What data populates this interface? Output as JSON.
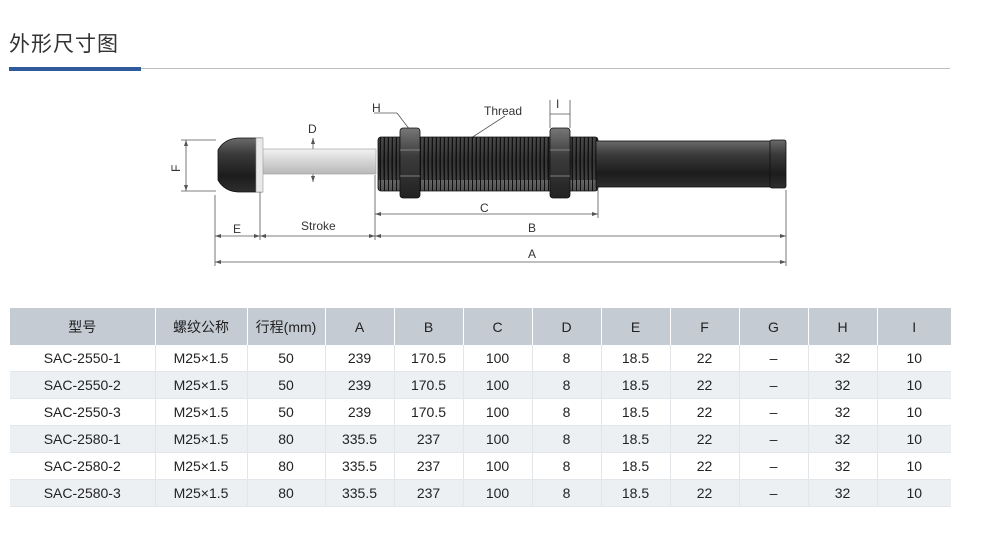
{
  "header": {
    "title": "外形尺寸图"
  },
  "drawing": {
    "labels": {
      "H": "H",
      "Thread": "Thread",
      "I": "I",
      "D": "D",
      "F": "F",
      "C": "C",
      "E": "E",
      "Stroke": "Stroke",
      "B": "B",
      "A": "A"
    }
  },
  "table": {
    "headers": [
      "型号",
      "螺纹公称",
      "行程(mm)",
      "A",
      "B",
      "C",
      "D",
      "E",
      "F",
      "G",
      "H",
      "I"
    ],
    "rows": [
      [
        "SAC-2550-1",
        "M25×1.5",
        "50",
        "239",
        "170.5",
        "100",
        "8",
        "18.5",
        "22",
        "–",
        "32",
        "10"
      ],
      [
        "SAC-2550-2",
        "M25×1.5",
        "50",
        "239",
        "170.5",
        "100",
        "8",
        "18.5",
        "22",
        "–",
        "32",
        "10"
      ],
      [
        "SAC-2550-3",
        "M25×1.5",
        "50",
        "239",
        "170.5",
        "100",
        "8",
        "18.5",
        "22",
        "–",
        "32",
        "10"
      ],
      [
        "SAC-2580-1",
        "M25×1.5",
        "80",
        "335.5",
        "237",
        "100",
        "8",
        "18.5",
        "22",
        "–",
        "32",
        "10"
      ],
      [
        "SAC-2580-2",
        "M25×1.5",
        "80",
        "335.5",
        "237",
        "100",
        "8",
        "18.5",
        "22",
        "–",
        "32",
        "10"
      ],
      [
        "SAC-2580-3",
        "M25×1.5",
        "80",
        "335.5",
        "237",
        "100",
        "8",
        "18.5",
        "22",
        "–",
        "32",
        "10"
      ]
    ]
  }
}
